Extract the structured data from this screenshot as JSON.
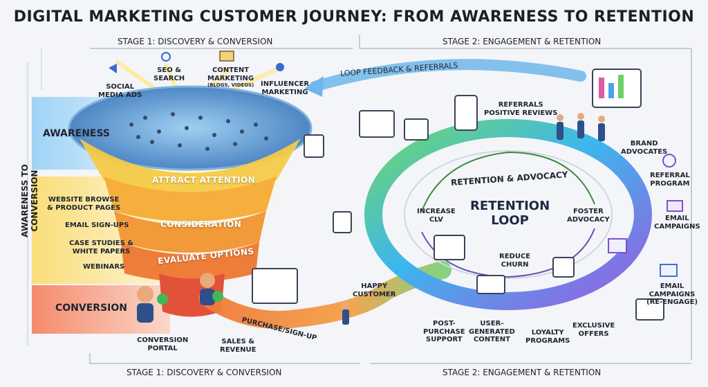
{
  "title": "DIGITAL MARKETING CUSTOMER JOURNEY: FROM AWARENESS TO RETENTION",
  "stage1_header": "STAGE 1: DISCOVERY & CONVERSION",
  "stage2_header": "STAGE 2: ENGAGEMENT & RETENTION",
  "vertical_label": "AWARENESS TO CONVERSION",
  "side_labels": {
    "awareness": "AWARENESS",
    "conversion": "CONVERSION"
  },
  "consideration_items": [
    "WEBSITE BROWSE\n& PRODUCT PAGES",
    "EMAIL SIGN-UPS",
    "CASE STUDIES &\nWHITE PAPERS",
    "WEBINARS"
  ],
  "channels": {
    "social": "SOCIAL\nMEDIA ADS",
    "seo": "SEO &\nSEARCH",
    "content": "CONTENT\nMARKETING",
    "content_sub": "(BLOGS, VIDEOS)",
    "influencer": "INFLUENCER\nMARKETING"
  },
  "funnel_levels": [
    "ATTRACT ATTENTION",
    "CONSIDERATION",
    "EVALUATE OPTIONS"
  ],
  "bottom_left": {
    "portal": "CONVERSION\nPORTAL",
    "sales": "SALES &\nREVENUE",
    "purchase": "PURCHASE/SIGN-UP",
    "happy": "HAPPY\nCUSTOMER"
  },
  "loop_feedback": "LOOP FEEDBACK & REFERRALS",
  "loop": {
    "title": "RETENTION\nLOOP",
    "ring_label": "RETENTION & ADVOCACY",
    "increase": "INCREASE\nCLV",
    "foster": "FOSTER\nADVOCACY",
    "reduce": "REDUCE\nCHURN"
  },
  "right_labels": {
    "referrals": "REFERRALS\nPOSITIVE REVIEWS",
    "brand": "BRAND\nADVOCATES",
    "program": "REFERRAL\nPROGRAM",
    "email": "EMAIL\nCAMPAIGNS",
    "email_re": "EMAIL\nCAMPAIGNS\n(RE-ENGAGE)"
  },
  "bottom_right": {
    "post": "POST-\nPURCHASE\nSUPPORT",
    "ugc": "USER-\nGENERATED\nCONTENT",
    "loyalty": "LOYALTY\nPROGRAMS",
    "offers": "EXCLUSIVE\nOFFERS"
  },
  "colors": {
    "awareness": "#7fc3f0",
    "consideration": "#f8d86a",
    "conversion": "#f5876a",
    "ring_green": "#5fd06a",
    "ring_blue": "#3ab0f0",
    "ring_purple": "#9a5be0"
  }
}
